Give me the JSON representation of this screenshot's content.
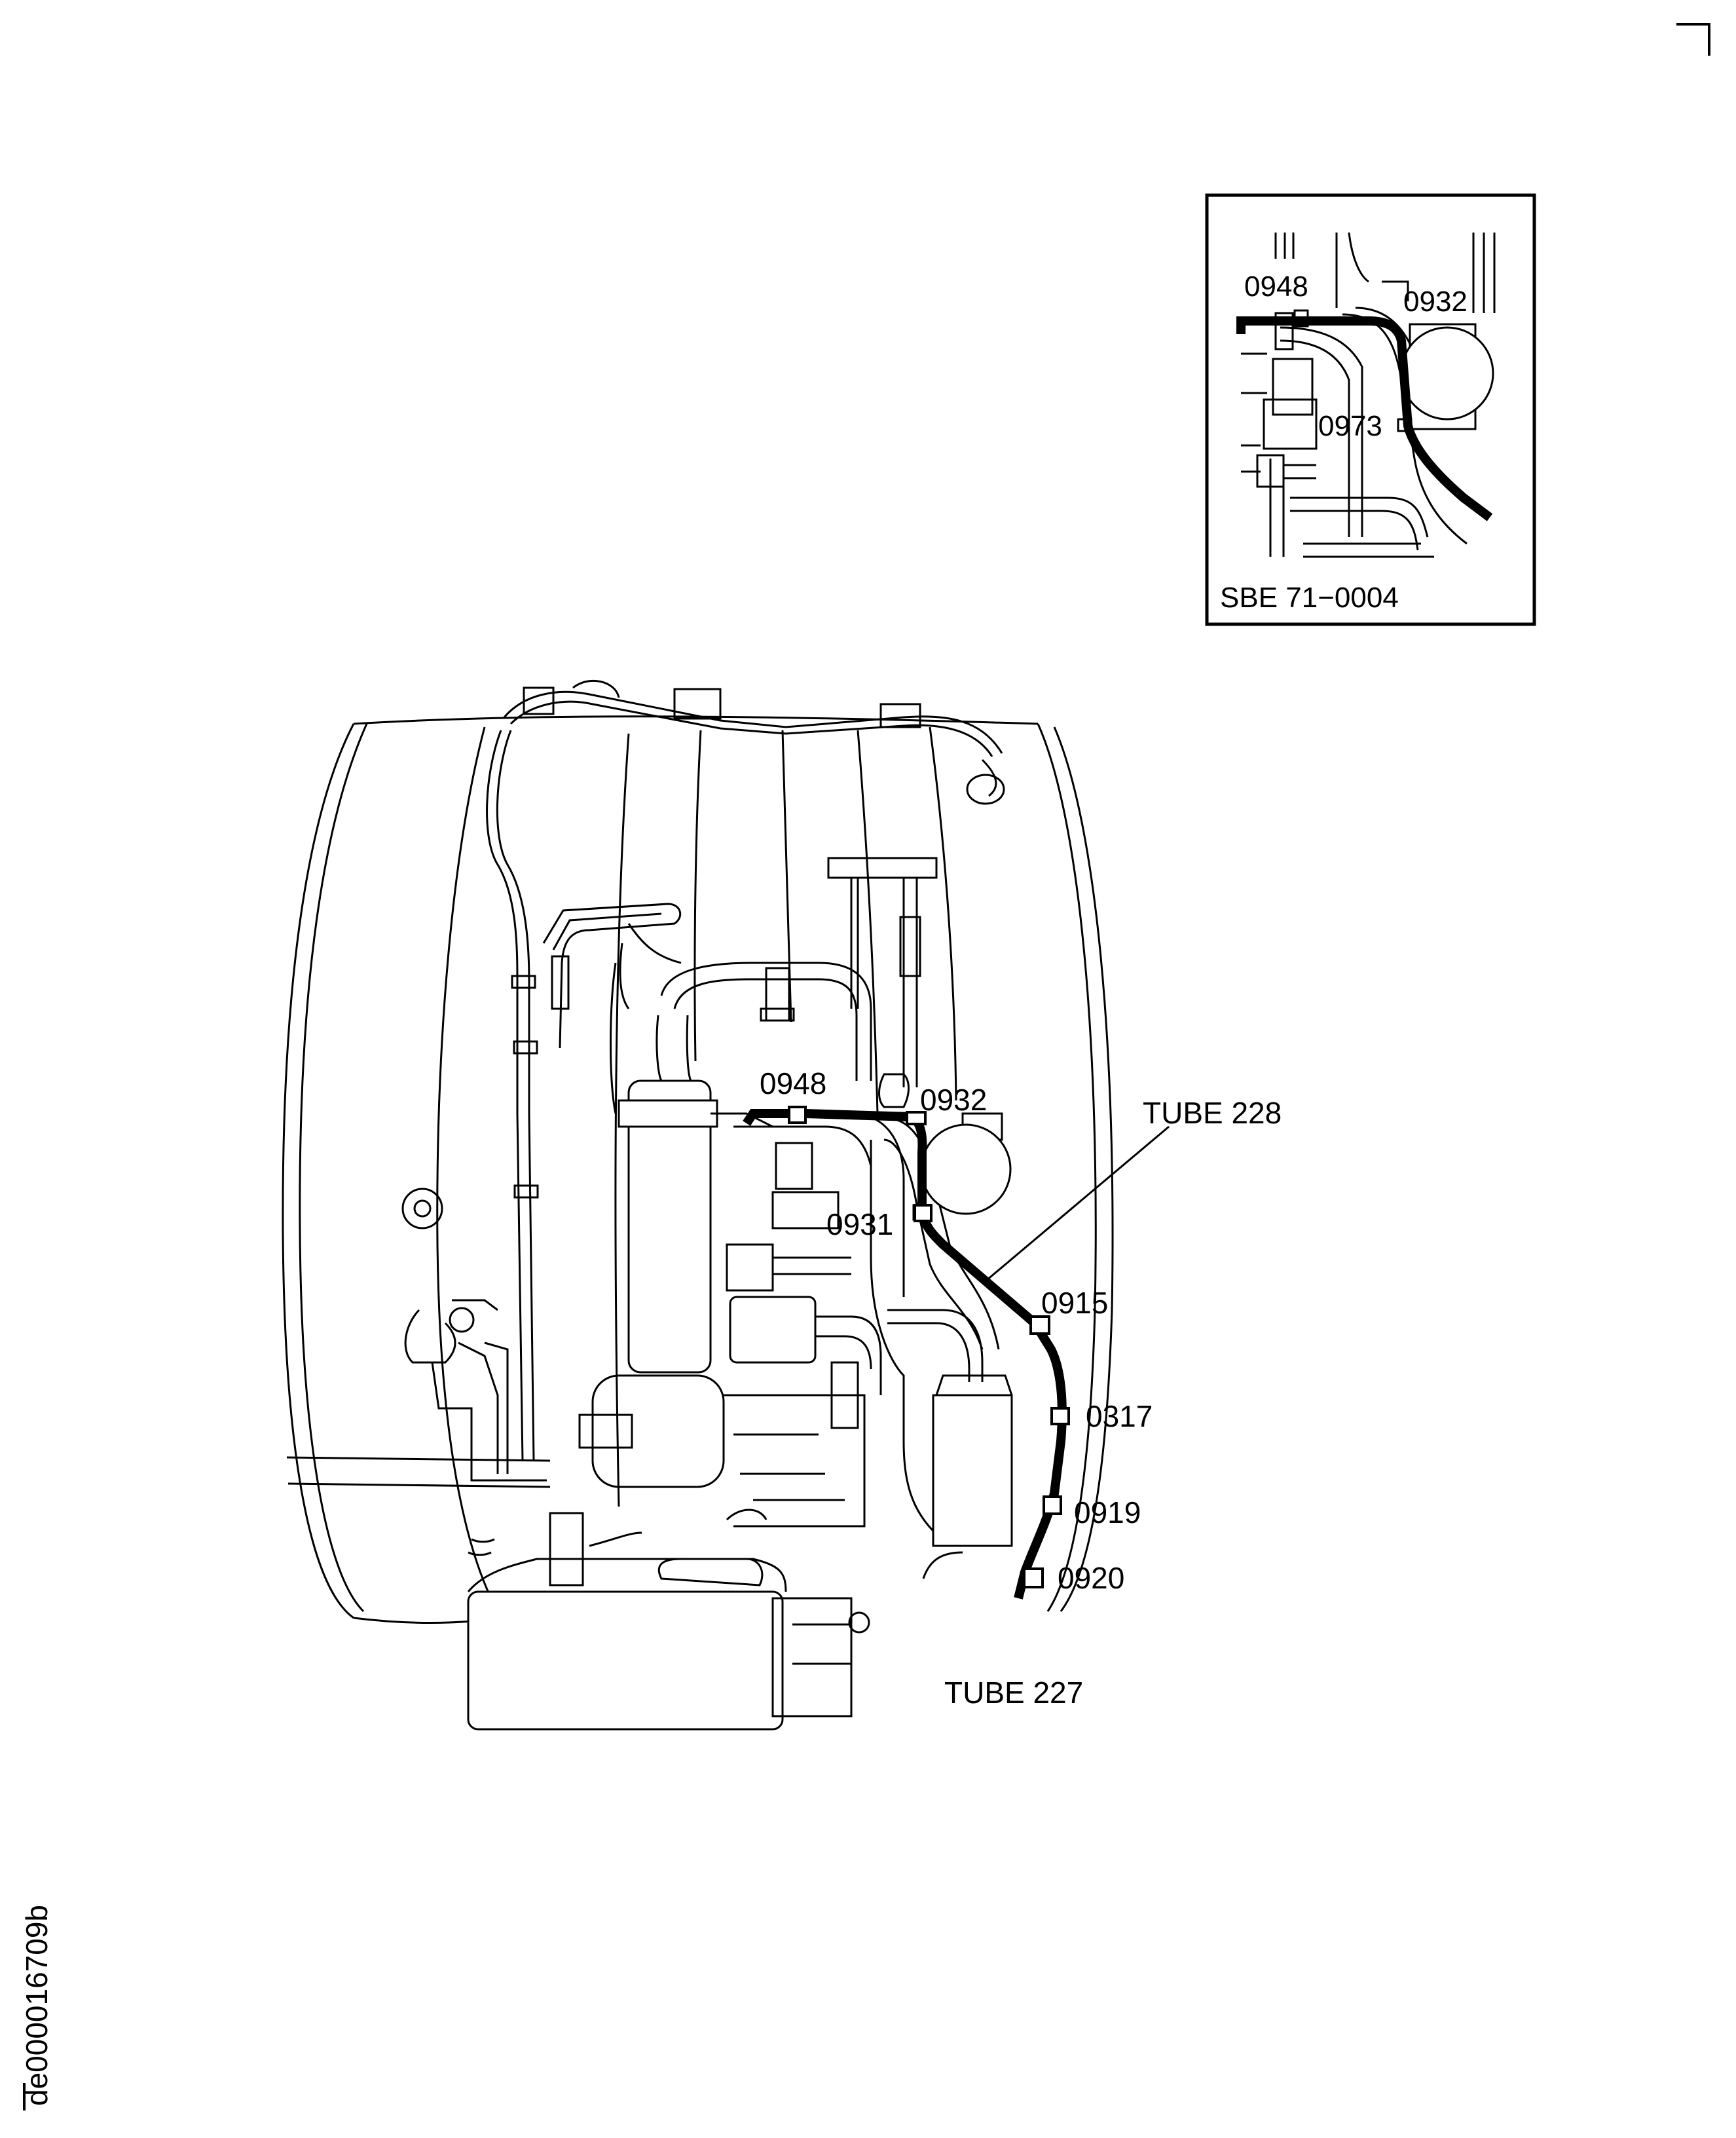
{
  "inset": {
    "caption": "SBE 71−0004",
    "callouts": [
      "0948",
      "0932",
      "0973"
    ]
  },
  "main": {
    "callouts": [
      "0948",
      "0932",
      "0931",
      "0915",
      "0317",
      "0919",
      "0920"
    ],
    "tube_labels": [
      "TUBE 228",
      "TUBE 227"
    ]
  },
  "doc_id": "de000016709b",
  "colors": {
    "ink": "#000000",
    "paper": "#ffffff"
  }
}
